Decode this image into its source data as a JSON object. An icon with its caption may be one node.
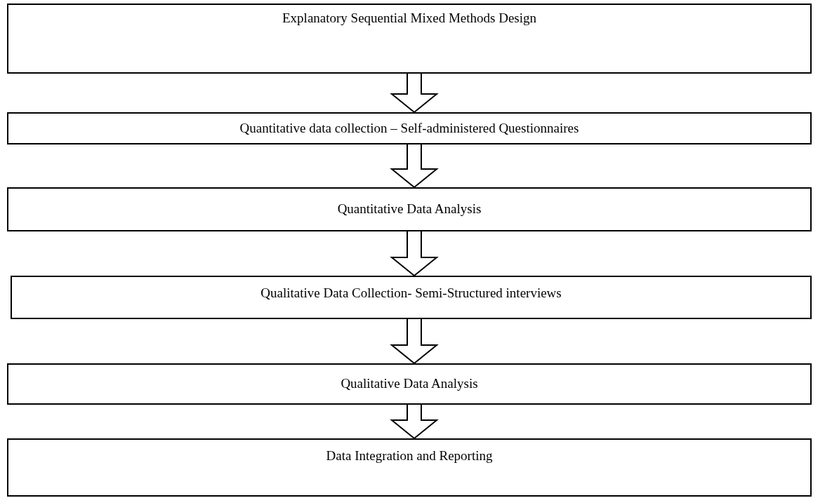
{
  "diagram": {
    "nodes": [
      {
        "text": [
          "Explanatory Sequential Mixed Methods Design"
        ]
      },
      {
        "text": [
          "Quantitative data collection – Self-administered Questionnaires"
        ]
      },
      {
        "text": [
          "Quantitative Data Analysis"
        ]
      },
      {
        "text": [
          "Qualitative Data Collection- Semi-Structured interviews"
        ]
      },
      {
        "text": [
          "Qualitative Data Analysis"
        ]
      },
      {
        "text": [
          "Data Integration and Reporting"
        ]
      }
    ],
    "edges": [
      {
        "from": 0,
        "to": 1,
        "arrow": "to"
      },
      {
        "from": 1,
        "to": 2,
        "arrow": "to"
      },
      {
        "from": 2,
        "to": 3,
        "arrow": "to"
      },
      {
        "from": 3,
        "to": 4,
        "arrow": "to"
      },
      {
        "from": 4,
        "to": 5,
        "arrow": "to"
      }
    ]
  }
}
